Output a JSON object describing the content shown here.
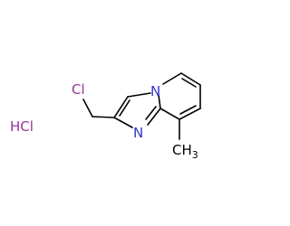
{
  "molecule": {
    "salt_label": "HCl",
    "chloro_label": "Cl",
    "nitrogen_bridge": "N",
    "nitrogen_imine": "N",
    "methyl_label": "CH",
    "methyl_subscript": "3"
  },
  "colors": {
    "bond": "#000000",
    "nitrogen": "#3333cc",
    "chlorine": "#993399",
    "carbon": "#000000"
  }
}
